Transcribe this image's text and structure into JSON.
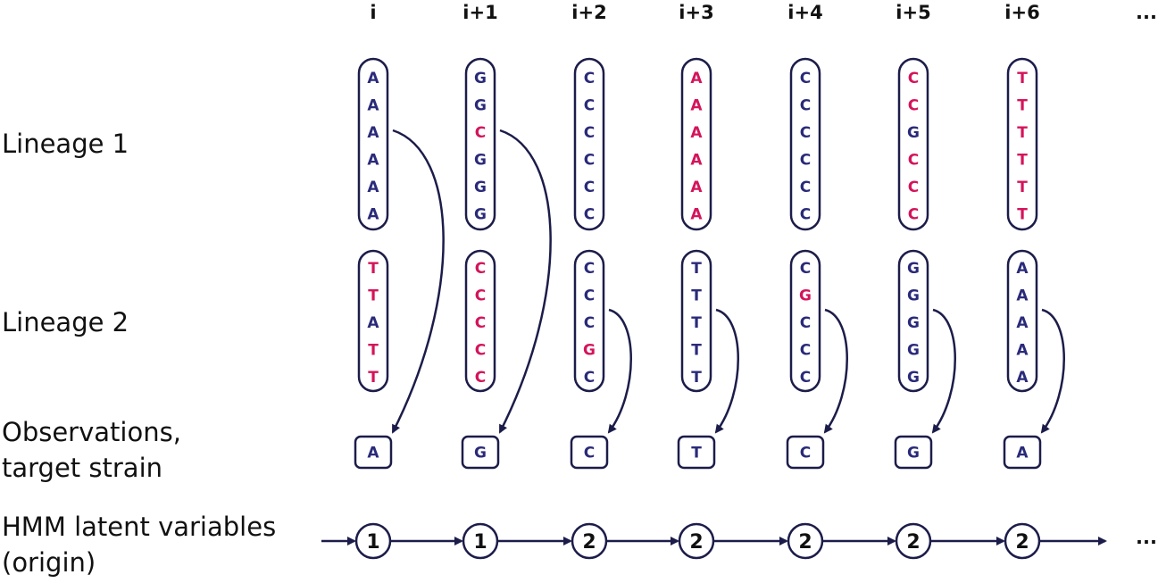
{
  "row_labels": {
    "lineage1": "Lineage 1",
    "lineage2": "Lineage 2",
    "observations_line1": "Observations,",
    "observations_line2": "target strain",
    "hmm_line1": "HMM latent variables",
    "hmm_line2": "(origin)"
  },
  "column_headers": [
    "i",
    "i+1",
    "i+2",
    "i+3",
    "i+4",
    "i+5",
    "i+6"
  ],
  "ellipsis": "...",
  "colors": {
    "match": "#2a2a7a",
    "mismatch": "#d4145a",
    "stroke": "#1c1c4a",
    "text": "#111111"
  },
  "columns": [
    {
      "lineage1": [
        [
          "A",
          "m"
        ],
        [
          "A",
          "m"
        ],
        [
          "A",
          "m"
        ],
        [
          "A",
          "m"
        ],
        [
          "A",
          "m"
        ],
        [
          "A",
          "m"
        ]
      ],
      "lineage2": [
        [
          "T",
          "x"
        ],
        [
          "T",
          "x"
        ],
        [
          "A",
          "m"
        ],
        [
          "T",
          "x"
        ],
        [
          "T",
          "x"
        ]
      ],
      "observation": "A",
      "state": "1"
    },
    {
      "lineage1": [
        [
          "G",
          "m"
        ],
        [
          "G",
          "m"
        ],
        [
          "C",
          "x"
        ],
        [
          "G",
          "m"
        ],
        [
          "G",
          "m"
        ],
        [
          "G",
          "m"
        ]
      ],
      "lineage2": [
        [
          "C",
          "x"
        ],
        [
          "C",
          "x"
        ],
        [
          "C",
          "x"
        ],
        [
          "C",
          "x"
        ],
        [
          "C",
          "x"
        ]
      ],
      "observation": "G",
      "state": "1"
    },
    {
      "lineage1": [
        [
          "C",
          "m"
        ],
        [
          "C",
          "m"
        ],
        [
          "C",
          "m"
        ],
        [
          "C",
          "m"
        ],
        [
          "C",
          "m"
        ],
        [
          "C",
          "m"
        ]
      ],
      "lineage2": [
        [
          "C",
          "m"
        ],
        [
          "C",
          "m"
        ],
        [
          "C",
          "m"
        ],
        [
          "G",
          "x"
        ],
        [
          "C",
          "m"
        ]
      ],
      "observation": "C",
      "state": "2"
    },
    {
      "lineage1": [
        [
          "A",
          "x"
        ],
        [
          "A",
          "x"
        ],
        [
          "A",
          "x"
        ],
        [
          "A",
          "x"
        ],
        [
          "A",
          "x"
        ],
        [
          "A",
          "x"
        ]
      ],
      "lineage2": [
        [
          "T",
          "m"
        ],
        [
          "T",
          "m"
        ],
        [
          "T",
          "m"
        ],
        [
          "T",
          "m"
        ],
        [
          "T",
          "m"
        ]
      ],
      "observation": "T",
      "state": "2"
    },
    {
      "lineage1": [
        [
          "C",
          "m"
        ],
        [
          "C",
          "m"
        ],
        [
          "C",
          "m"
        ],
        [
          "C",
          "m"
        ],
        [
          "C",
          "m"
        ],
        [
          "C",
          "m"
        ]
      ],
      "lineage2": [
        [
          "C",
          "m"
        ],
        [
          "G",
          "x"
        ],
        [
          "C",
          "m"
        ],
        [
          "C",
          "m"
        ],
        [
          "C",
          "m"
        ]
      ],
      "observation": "C",
      "state": "2"
    },
    {
      "lineage1": [
        [
          "C",
          "x"
        ],
        [
          "C",
          "x"
        ],
        [
          "G",
          "m"
        ],
        [
          "C",
          "x"
        ],
        [
          "C",
          "x"
        ],
        [
          "C",
          "x"
        ]
      ],
      "lineage2": [
        [
          "G",
          "m"
        ],
        [
          "G",
          "m"
        ],
        [
          "G",
          "m"
        ],
        [
          "G",
          "m"
        ],
        [
          "G",
          "m"
        ]
      ],
      "observation": "G",
      "state": "2"
    },
    {
      "lineage1": [
        [
          "T",
          "x"
        ],
        [
          "T",
          "x"
        ],
        [
          "T",
          "x"
        ],
        [
          "T",
          "x"
        ],
        [
          "T",
          "x"
        ],
        [
          "T",
          "x"
        ]
      ],
      "lineage2": [
        [
          "A",
          "m"
        ],
        [
          "A",
          "m"
        ],
        [
          "A",
          "m"
        ],
        [
          "A",
          "m"
        ],
        [
          "A",
          "m"
        ]
      ],
      "observation": "A",
      "state": "2"
    }
  ]
}
